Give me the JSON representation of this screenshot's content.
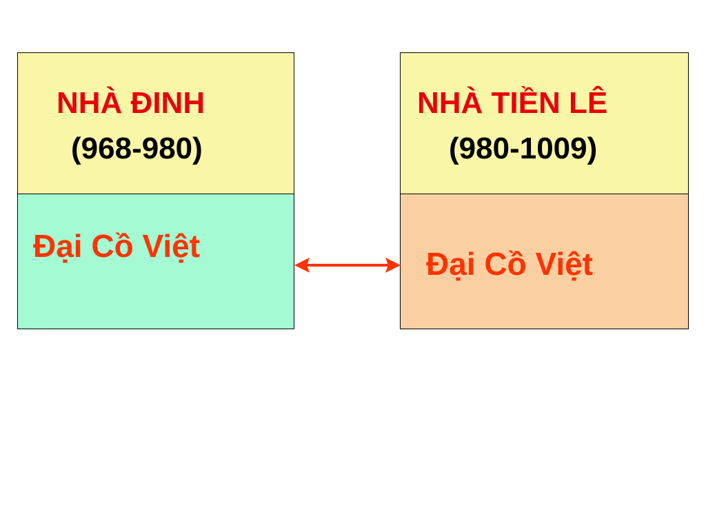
{
  "left": {
    "title": "NHÀ ĐINH",
    "years": "(968-980)",
    "name": "Đại Cồ Việt",
    "header_color": "#faf6a8",
    "body_color": "#a3fad3"
  },
  "right": {
    "title": "NHÀ TIỀN LÊ",
    "years": "(980-1009)",
    "name": "Đại Cồ Việt",
    "header_color": "#faf6a8",
    "body_color": "#fad0a3"
  },
  "colors": {
    "title_text": "#e8000b",
    "name_text": "#ff3300",
    "years_text": "#000000",
    "arrow": "#ff3300"
  },
  "connector": {
    "type": "double-headed-arrow"
  }
}
